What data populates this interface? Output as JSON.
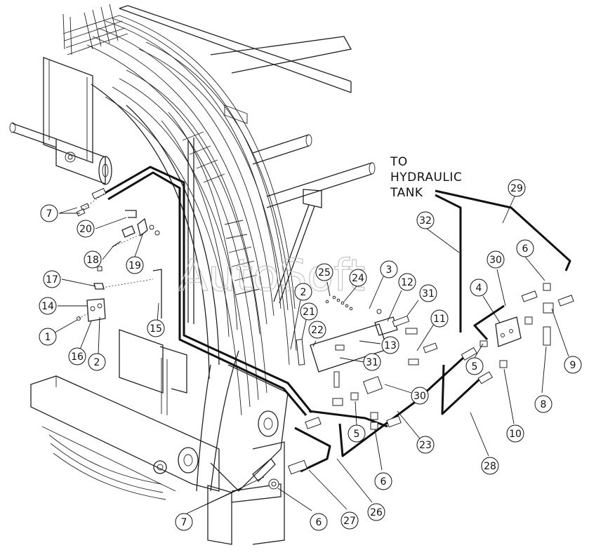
{
  "watermark": "AutoSoft",
  "note": {
    "line1": "TO",
    "line2": "HYDRAULIC",
    "line3": "TANK"
  },
  "callouts": [
    {
      "id": "c7a",
      "label": "7"
    },
    {
      "id": "c20",
      "label": "20"
    },
    {
      "id": "c18",
      "label": "18"
    },
    {
      "id": "c19",
      "label": "19"
    },
    {
      "id": "c17",
      "label": "17"
    },
    {
      "id": "c14",
      "label": "14"
    },
    {
      "id": "c1",
      "label": "1"
    },
    {
      "id": "c16",
      "label": "16"
    },
    {
      "id": "c2a",
      "label": "2"
    },
    {
      "id": "c15",
      "label": "15"
    },
    {
      "id": "c25",
      "label": "25"
    },
    {
      "id": "c24",
      "label": "24"
    },
    {
      "id": "c3",
      "label": "3"
    },
    {
      "id": "c2b",
      "label": "2"
    },
    {
      "id": "c12",
      "label": "12"
    },
    {
      "id": "c21",
      "label": "21"
    },
    {
      "id": "c22",
      "label": "22"
    },
    {
      "id": "c13",
      "label": "13"
    },
    {
      "id": "c31a",
      "label": "31"
    },
    {
      "id": "c11",
      "label": "11"
    },
    {
      "id": "c31b",
      "label": "31"
    },
    {
      "id": "c30a",
      "label": "30"
    },
    {
      "id": "c5a",
      "label": "5"
    },
    {
      "id": "c23",
      "label": "23"
    },
    {
      "id": "c6a",
      "label": "6"
    },
    {
      "id": "c32",
      "label": "32"
    },
    {
      "id": "c29",
      "label": "29"
    },
    {
      "id": "c30b",
      "label": "30"
    },
    {
      "id": "c4",
      "label": "4"
    },
    {
      "id": "c6b",
      "label": "6"
    },
    {
      "id": "c5b",
      "label": "5"
    },
    {
      "id": "c9",
      "label": "9"
    },
    {
      "id": "c8",
      "label": "8"
    },
    {
      "id": "c10",
      "label": "10"
    },
    {
      "id": "c28",
      "label": "28"
    },
    {
      "id": "c26",
      "label": "26"
    },
    {
      "id": "c27",
      "label": "27"
    },
    {
      "id": "c6c",
      "label": "6"
    },
    {
      "id": "c7b",
      "label": "7"
    }
  ]
}
